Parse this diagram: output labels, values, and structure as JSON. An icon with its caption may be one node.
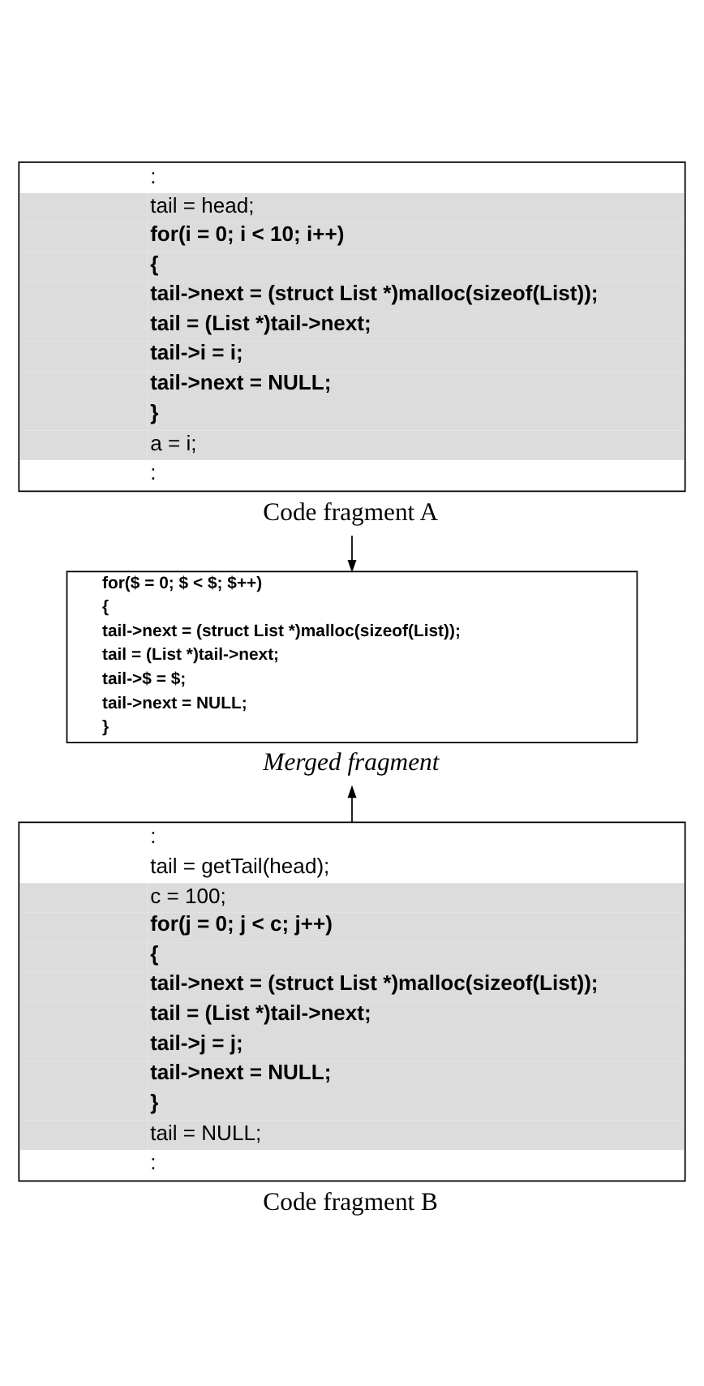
{
  "diagram": {
    "nodes": [
      {
        "text": [
          ":",
          "tail = head;",
          "for(i = 0; i < 10; i++)",
          "{",
          "tail->next = (struct List *)malloc(sizeof(List));",
          "tail = (List *)tail->next;",
          "tail->i = i;",
          "tail->next = NULL;",
          "}",
          "a = i;",
          ":"
        ],
        "beside": [
          "Code fragment A"
        ]
      },
      {
        "text": [
          "for($ = 0; $ < $; $++)",
          "{",
          "tail->next = (struct List *)malloc(sizeof(List));",
          "tail = (List *)tail->next;",
          "tail->$ = $;",
          "tail->next = NULL;",
          "}"
        ],
        "beside": [
          "Merged fragment"
        ]
      },
      {
        "text": [
          ":",
          "tail = getTail(head);",
          "c = 100;",
          "for(j = 0; j < c; j++)",
          "{",
          "tail->next = (struct List *)malloc(sizeof(List));",
          "tail = (List *)tail->next;",
          "tail->j = j;",
          "tail->next = NULL;",
          "}",
          "tail = NULL;",
          ":"
        ],
        "beside": [
          "Code fragment B"
        ]
      }
    ],
    "edges": [
      {
        "from": 0,
        "to": 1,
        "arrow": "to"
      },
      {
        "from": 2,
        "to": 1,
        "arrow": "to"
      }
    ]
  }
}
